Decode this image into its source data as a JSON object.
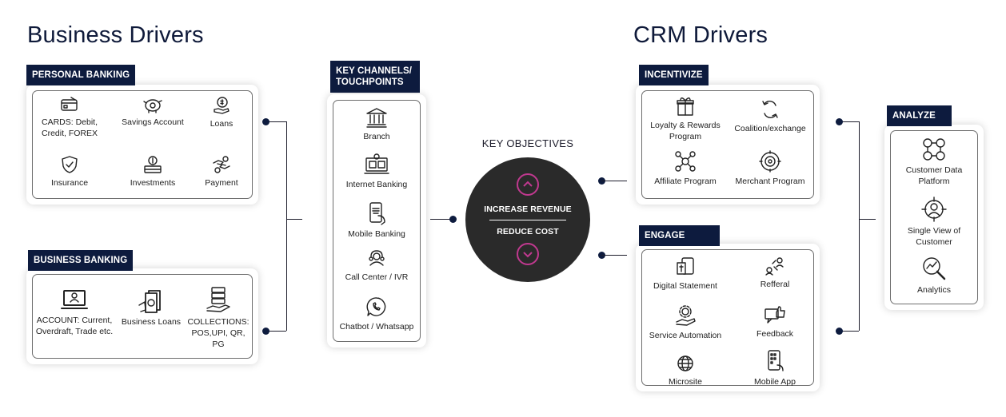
{
  "titles": {
    "business": "Business Drivers",
    "crm": "CRM Drivers"
  },
  "personal_banking": {
    "label": "PERSONAL BANKING",
    "items": [
      {
        "label": "CARDS: Debit, Credit, FOREX",
        "icon": "card-icon"
      },
      {
        "label": "Savings Account",
        "icon": "piggy-bank-icon"
      },
      {
        "label": "Loans",
        "icon": "loan-icon"
      },
      {
        "label": "Insurance",
        "icon": "shield-icon"
      },
      {
        "label": "Investments",
        "icon": "investments-icon"
      },
      {
        "label": "Payment",
        "icon": "payment-icon"
      }
    ]
  },
  "business_banking": {
    "label": "BUSINESS BANKING",
    "items": [
      {
        "label": "ACCOUNT: Current, Overdraft, Trade etc.",
        "icon": "laptop-account-icon"
      },
      {
        "label": "Business Loans",
        "icon": "cash-icon"
      },
      {
        "label": "COLLECTIONS: POS,UPI, QR, PG",
        "icon": "collections-icon"
      }
    ]
  },
  "channels": {
    "label": "KEY CHANNELS/ TOUCHPOINTS",
    "items": [
      {
        "label": "Branch",
        "icon": "bank-icon"
      },
      {
        "label": "Internet Banking",
        "icon": "internet-banking-icon"
      },
      {
        "label": "Mobile Banking",
        "icon": "mobile-banking-icon"
      },
      {
        "label": "Call Center / IVR",
        "icon": "call-center-icon"
      },
      {
        "label": "Chatbot / Whatsapp",
        "icon": "whatsapp-icon"
      }
    ]
  },
  "objectives": {
    "title": "KEY OBJECTIVES",
    "increase": "INCREASE REVENUE",
    "reduce": "REDUCE COST"
  },
  "incentivize": {
    "label": "INCENTIVIZE",
    "items": [
      {
        "label": "Loyalty & Rewards Program",
        "icon": "gift-icon"
      },
      {
        "label": "Coalition/exchange",
        "icon": "exchange-icon"
      },
      {
        "label": "Affiliate Program",
        "icon": "network-icon"
      },
      {
        "label": "Merchant  Program",
        "icon": "merchant-icon"
      }
    ]
  },
  "engage": {
    "label": "ENGAGE",
    "items": [
      {
        "label": "Digital Statement",
        "icon": "digital-statement-icon"
      },
      {
        "label": "Refferal",
        "icon": "referral-icon"
      },
      {
        "label": "Service Automation",
        "icon": "service-automation-icon"
      },
      {
        "label": "Feedback",
        "icon": "feedback-icon"
      },
      {
        "label": "Microsite",
        "icon": "globe-icon"
      },
      {
        "label": "Mobile App",
        "icon": "mobile-app-icon"
      }
    ]
  },
  "analyze": {
    "label": "ANALYZE",
    "items": [
      {
        "label": "Customer Data Platform",
        "icon": "cdp-icon"
      },
      {
        "label": "Single View of Customer",
        "icon": "single-view-icon"
      },
      {
        "label": "Analytics",
        "icon": "analytics-icon"
      }
    ]
  },
  "colors": {
    "tag_bg": "#0d1b3e",
    "accent": "#c0398f",
    "circle": "#2a2a2a"
  }
}
